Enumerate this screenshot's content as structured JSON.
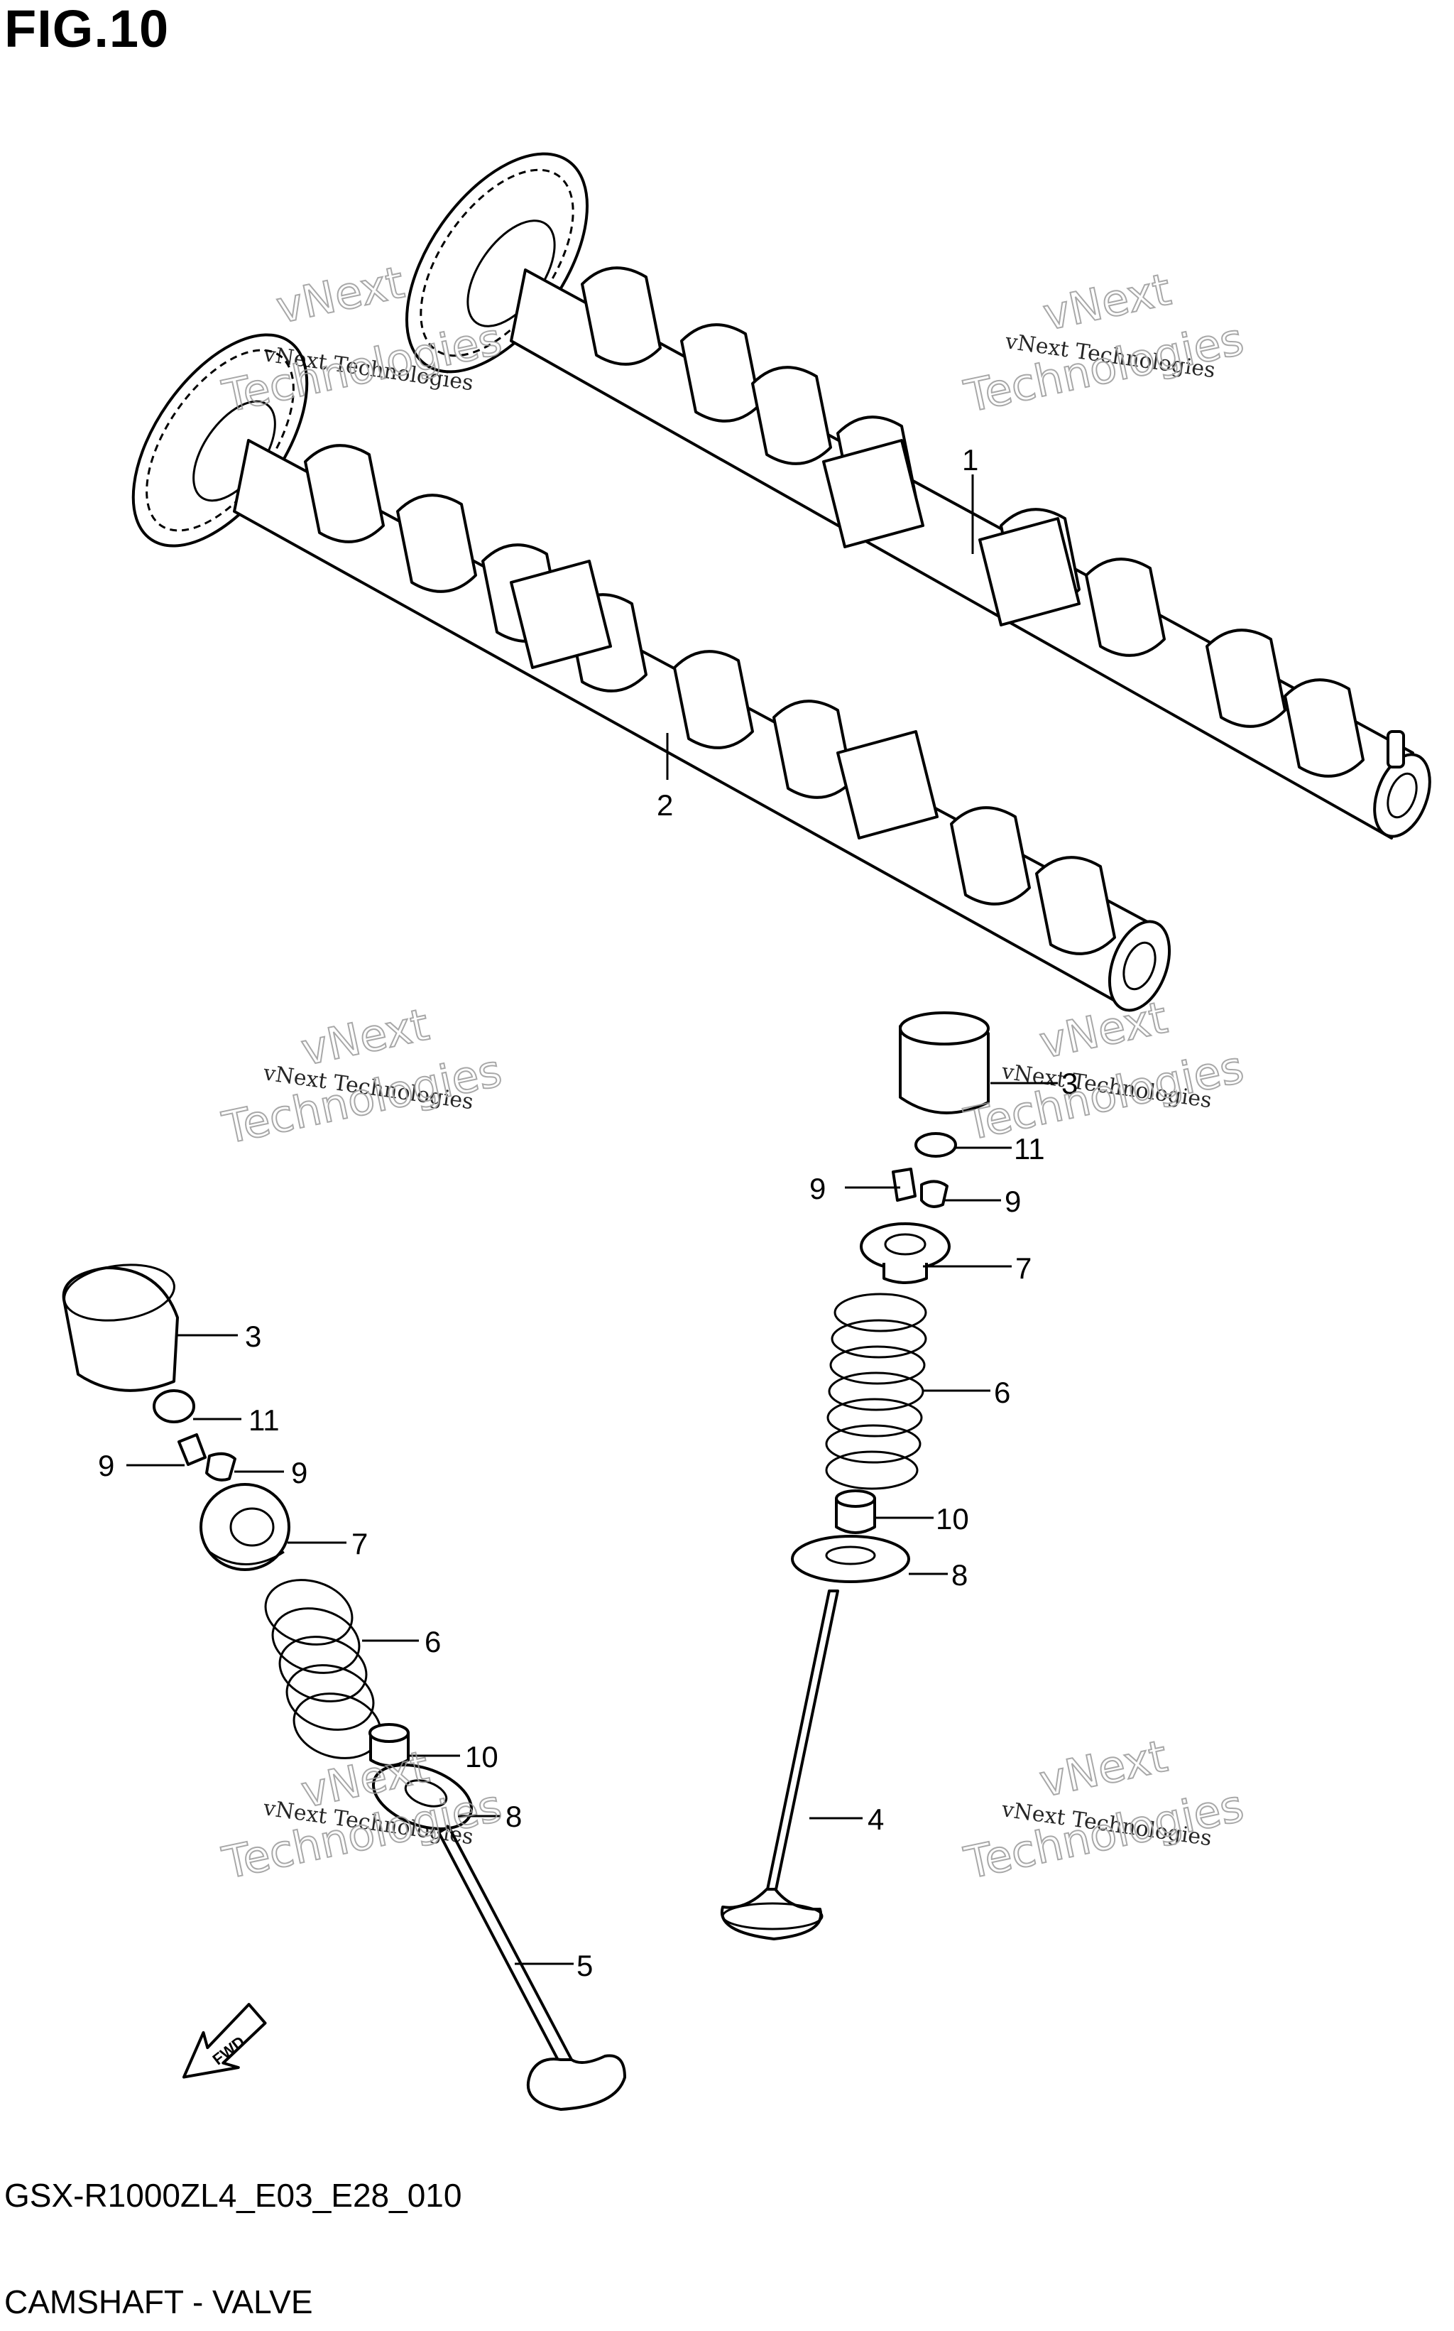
{
  "figure": {
    "title": "FIG.10",
    "code": "GSX-R1000ZL4_E03_E28_010",
    "name": "CAMSHAFT - VALVE"
  },
  "watermark": {
    "line_small": "vNext Technologies",
    "line_big_1": "vNext",
    "line_big_2": "Technologies"
  },
  "callouts": {
    "c1": "1",
    "c2": "2",
    "c3_right": "3",
    "c11_right": "11",
    "c9_right_a": "9",
    "c9_right_b": "9",
    "c7_right": "7",
    "c6_right": "6",
    "c10_right": "10",
    "c8_right": "8",
    "c4": "4",
    "c3_left": "3",
    "c11_left": "11",
    "c9_left_a": "9",
    "c9_left_b": "9",
    "c7_left": "7",
    "c6_left": "6",
    "c10_left": "10",
    "c8_left": "8",
    "c5": "5"
  },
  "fwd_label": "FWD"
}
